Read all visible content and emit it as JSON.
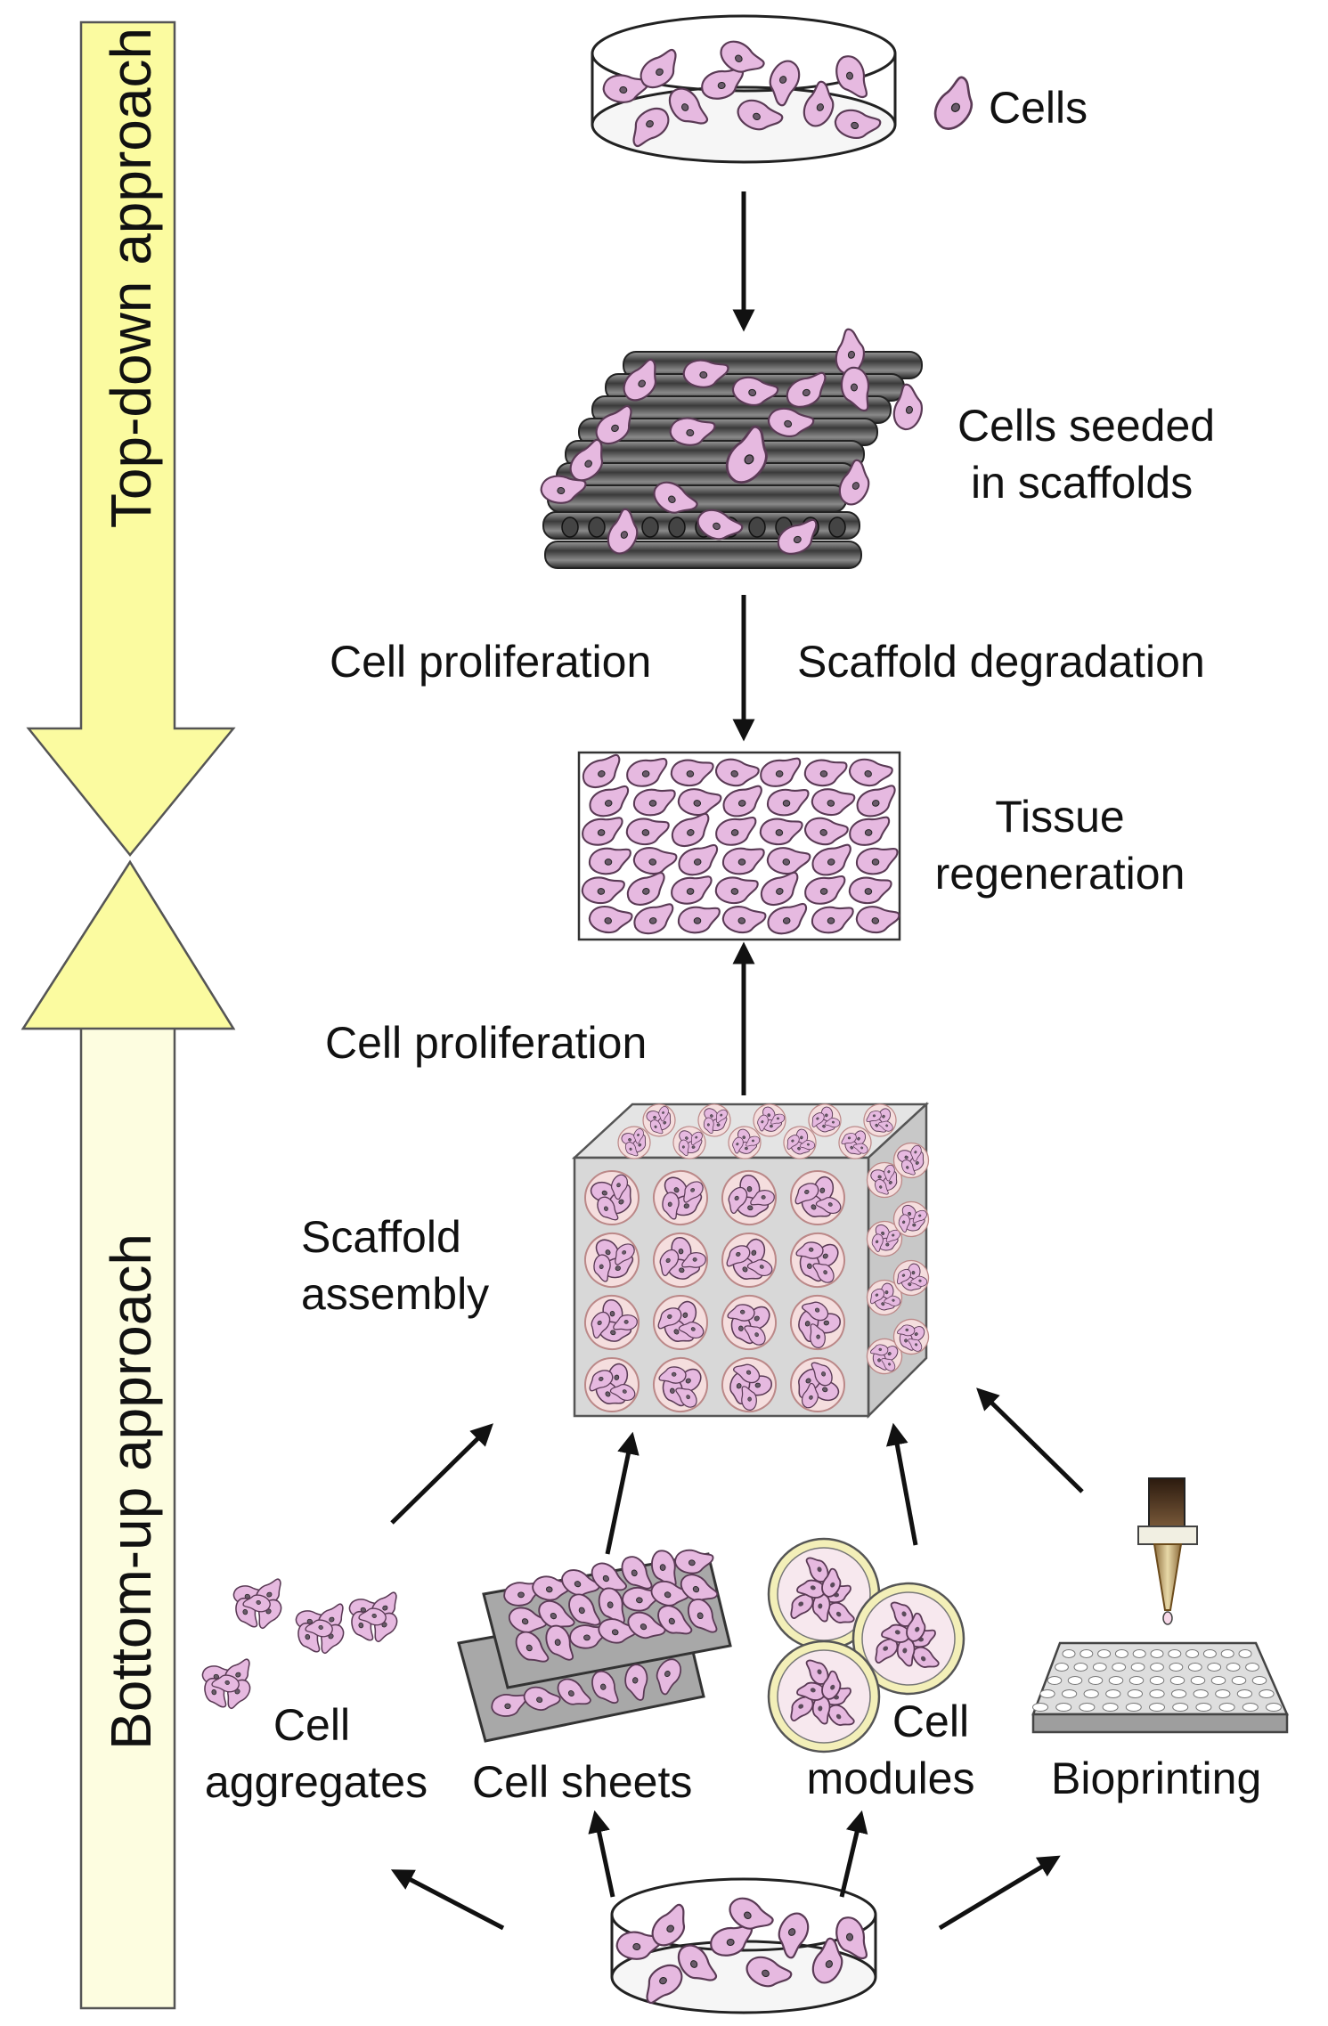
{
  "approaches": {
    "top_down": "Top-down approach",
    "bottom_up": "Bottom-up approach"
  },
  "labels": {
    "cells": "Cells",
    "cells_seeded": [
      "Cells seeded",
      "in scaffolds"
    ],
    "cell_proliferation_top": "Cell proliferation",
    "scaffold_degradation": "Scaffold degradation",
    "tissue_regeneration": [
      "Tissue",
      "regeneration"
    ],
    "cell_proliferation_bottom": "Cell proliferation",
    "scaffold_assembly": [
      "Scaffold",
      "assembly"
    ],
    "cell_aggregates": [
      "Cell",
      "aggregates"
    ],
    "cell_sheets": "Cell sheets",
    "cell_modules": [
      "Cell",
      "modules"
    ],
    "bioprinting": "Bioprinting"
  },
  "colors": {
    "cell_fill": "#e6b9e0",
    "cell_stroke": "#5a3a55",
    "arrow_yellow": "#fbfba0",
    "arrow_light": "#fdfde0",
    "scaffold_gray": "#6b6b6b",
    "cube_gray": "#d6d6d6",
    "module_ring": "#f3efb8"
  }
}
